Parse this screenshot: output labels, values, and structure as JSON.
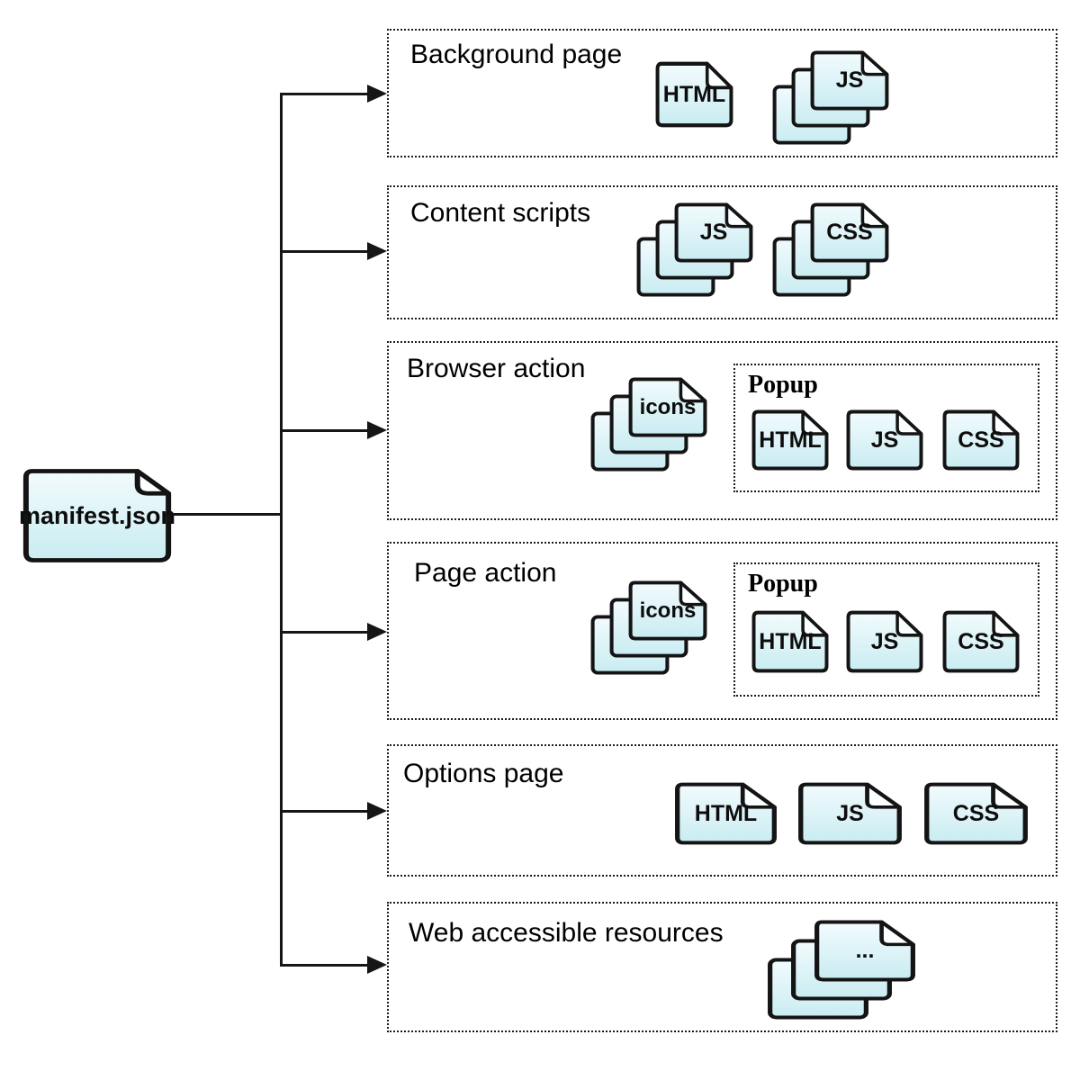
{
  "diagram": {
    "root": {
      "label": "manifest.json"
    },
    "sections": [
      {
        "label": "Background page",
        "files": [
          {
            "label": "HTML"
          },
          {
            "label": "JS"
          }
        ]
      },
      {
        "label": "Content scripts",
        "files": [
          {
            "label": "JS"
          },
          {
            "label": "CSS"
          }
        ]
      },
      {
        "label": "Browser action",
        "files": [
          {
            "label": "icons"
          }
        ],
        "popup": {
          "label": "Popup",
          "files": [
            {
              "label": "HTML"
            },
            {
              "label": "JS"
            },
            {
              "label": "CSS"
            }
          ]
        }
      },
      {
        "label": "Page action",
        "files": [
          {
            "label": "icons"
          }
        ],
        "popup": {
          "label": "Popup",
          "files": [
            {
              "label": "HTML"
            },
            {
              "label": "JS"
            },
            {
              "label": "CSS"
            }
          ]
        }
      },
      {
        "label": "Options page",
        "files": [
          {
            "label": "HTML"
          },
          {
            "label": "JS"
          },
          {
            "label": "CSS"
          }
        ]
      },
      {
        "label": "Web accessible resources",
        "files": [
          {
            "label": "..."
          }
        ]
      }
    ],
    "colors": {
      "doc_fill_top": "#f2fbfd",
      "doc_fill_bottom": "#c9ecf2",
      "doc_border": "#141414",
      "line": "#161616",
      "box_border": "#1c1c1c",
      "text": "#000000"
    }
  }
}
